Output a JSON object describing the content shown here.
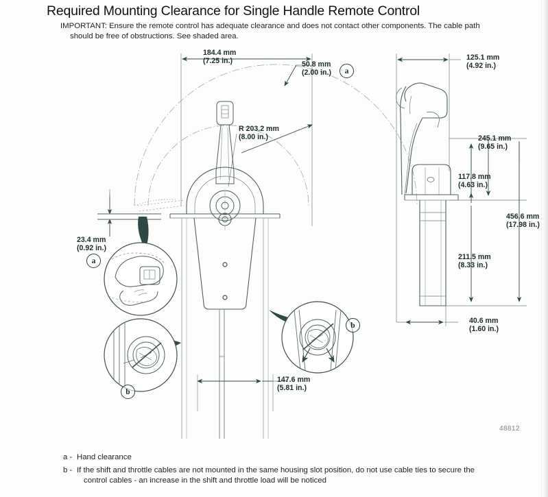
{
  "document": {
    "title": "Required Mounting Clearance for Single Handle Remote Control",
    "important_label": "IMPORTANT:",
    "important_line1": "IMPORTANT: Ensure the remote control has adequate clearance and does not contact other components. The cable path",
    "important_line2": "should be free of obstructions. See shaded area.",
    "figure_number": "48812"
  },
  "dimensions": {
    "top_width": {
      "mm": "184.4 mm",
      "in": "(7.25 in.)"
    },
    "clearance_offset": {
      "mm": "50.8 mm",
      "in": "(2.00 in.)"
    },
    "handle_radius": {
      "mm": "R 203.2 mm",
      "in": "(8.00 in.)"
    },
    "hand_clearance": {
      "mm": "23.4 mm",
      "in": "(0.92 in.)"
    },
    "base_width": {
      "mm": "147.6 mm",
      "in": "(5.81 in.)"
    },
    "side_depth": {
      "mm": "125.1 mm",
      "in": "(4.92 in.)"
    },
    "handle_height": {
      "mm": "245.1 mm",
      "in": "(9.65 in.)"
    },
    "housing_height": {
      "mm": "117.8 mm",
      "in": "(4.63 in.)"
    },
    "overall_height": {
      "mm": "456.6 mm",
      "in": "(17.98 in.)"
    },
    "tube_length": {
      "mm": "211.5 mm",
      "in": "(8.33 in.)"
    },
    "tube_diameter": {
      "mm": "40.6 mm",
      "in": "(1.60 in.)"
    }
  },
  "callouts": {
    "a_top": "a",
    "a_left": "a",
    "b_left": "b",
    "b_right": "b"
  },
  "legend": [
    {
      "key": "a -",
      "text": "Hand clearance",
      "continuation": ""
    },
    {
      "key": "b -",
      "text": "If the shift and throttle cables are not mounted in the same housing slot position, do not use cable ties to secure the",
      "continuation": "control cables - an increase in the shift and throttle load will be noticed"
    }
  ],
  "colors": {
    "ink": "#1b2a2a",
    "line": "#4a5f5c",
    "shade": "#2d4a45",
    "paper": "#fdfdfc"
  }
}
